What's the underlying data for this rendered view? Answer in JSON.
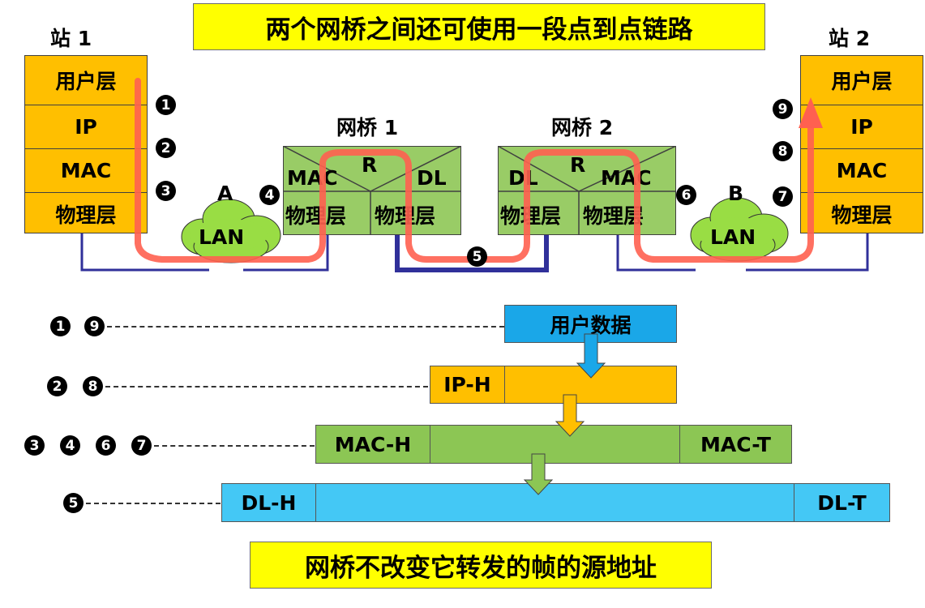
{
  "title": "两个网桥之间还可使用一段点到点链路",
  "footer": "网桥不改变它转发的帧的源地址",
  "station1": {
    "label": "站 1",
    "layers": [
      "用户层",
      "IP",
      "MAC",
      "物理层"
    ]
  },
  "station2": {
    "label": "站 2",
    "layers": [
      "用户层",
      "IP",
      "MAC",
      "物理层"
    ]
  },
  "bridge1": {
    "label": "网桥 1",
    "relay": "R",
    "mac": "MAC",
    "dl": "DL",
    "phy_left": "物理层",
    "phy_right": "物理层"
  },
  "bridge2": {
    "label": "网桥 2",
    "relay": "R",
    "mac": "MAC",
    "dl": "DL",
    "phy_left": "物理层",
    "phy_right": "物理层"
  },
  "lan_a": {
    "name": "A",
    "text": "LAN"
  },
  "lan_b": {
    "name": "B",
    "text": "LAN"
  },
  "bullets": {
    "b1": "1",
    "b2": "2",
    "b3": "3",
    "b4": "4",
    "b5": "5",
    "b6": "6",
    "b7": "7",
    "b8": "8",
    "b9": "9"
  },
  "rows": {
    "user_data": {
      "label": "用户数据",
      "markers": [
        "1",
        "9"
      ]
    },
    "ip": {
      "header": "IP-H",
      "markers": [
        "2",
        "8"
      ]
    },
    "mac": {
      "header": "MAC-H",
      "trailer": "MAC-T",
      "markers": [
        "3",
        "4",
        "6",
        "7"
      ]
    },
    "dl": {
      "header": "DL-H",
      "trailer": "DL-T",
      "markers": [
        "5"
      ]
    }
  },
  "colors": {
    "station": "#ffbf00",
    "bridge": "#99cc66",
    "lan_cloud": "#99dd44",
    "path": "#ff6050",
    "wire": "#30309a",
    "title_bg": "#ffff00",
    "user_data_bg": "#1aa7e8",
    "ip_bg": "#ffbf00",
    "mac_bg": "#8cc654",
    "dl_bg": "#44c8f5"
  }
}
